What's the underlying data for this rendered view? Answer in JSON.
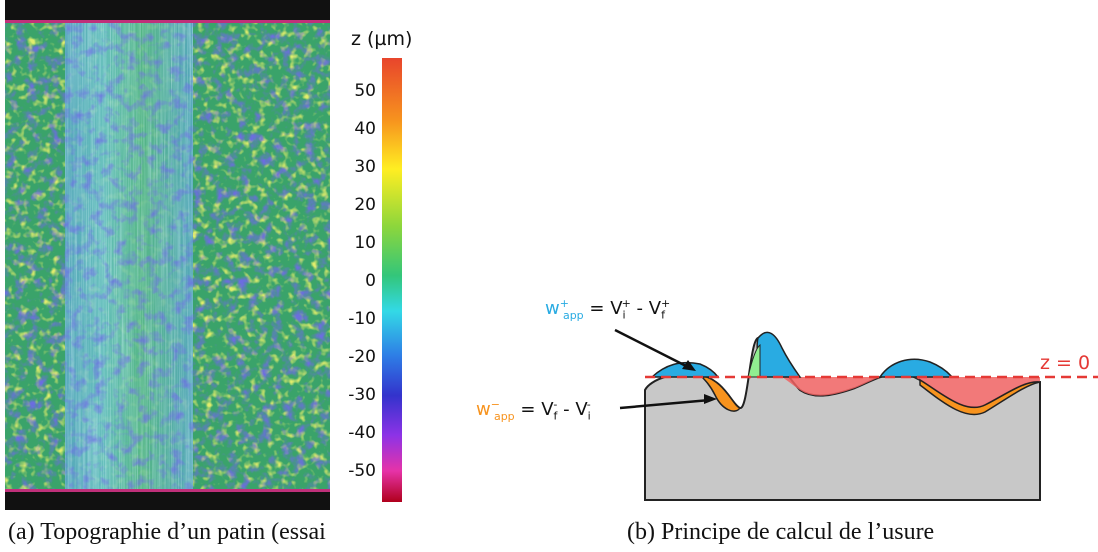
{
  "figure_a": {
    "caption": "(a)  Topographie  d’un  patin  (essai",
    "colorbar": {
      "title": "z (µm)",
      "ticks": [
        "50",
        "40",
        "30",
        "20",
        "10",
        "0",
        "-10",
        "-20",
        "-30",
        "-40",
        "-50"
      ],
      "colors": [
        "#e8452c",
        "#f7931e",
        "#ffee22",
        "#8cd63c",
        "#33c67a",
        "#33d9e6",
        "#2e7ee6",
        "#3333cc",
        "#8d33e6",
        "#e633a8",
        "#b0001c"
      ]
    }
  },
  "figure_b": {
    "caption": "(b) Principe de calcul de l’usure",
    "eq_plus": {
      "w": "w",
      "sup": "+",
      "sub": "app",
      "rhs": "= V",
      "vi_sub": "i",
      "vi_sup": "+",
      "minus": " - V",
      "vf_sub": "f",
      "vf_sup": "+"
    },
    "eq_minus": {
      "w": "w",
      "sup": "−",
      "sub": "app",
      "rhs": "= V",
      "vf_sub": "f",
      "vf_sup": "-",
      "minus": " - V",
      "vi_sub": "i",
      "vi_sup": "-"
    },
    "zero_label": "z = 0",
    "colors": {
      "wear_plus": "#29abe2",
      "wear_minus": "#f7931e",
      "reference": "#e53935",
      "deposit": "#90ee90",
      "substrate": "#c8c8c8"
    }
  }
}
